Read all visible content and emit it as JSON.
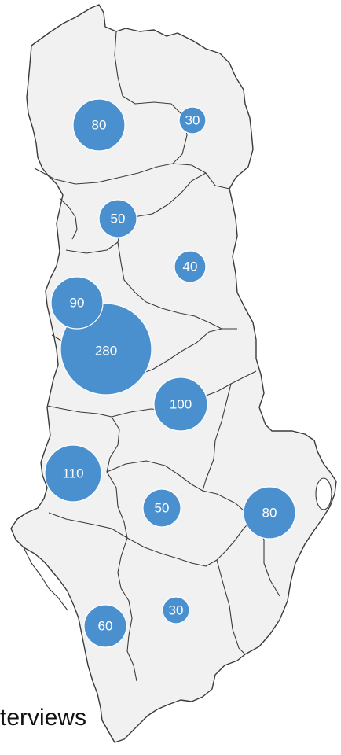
{
  "caption": "terviews",
  "bubble_color": "#4a90cf",
  "land_color": "#f1f1f1",
  "border_color": "#3a3a3a",
  "bubbles": [
    {
      "id": "north-west",
      "label": "80",
      "value": 80
    },
    {
      "id": "north-east",
      "label": "30",
      "value": 30
    },
    {
      "id": "north-central",
      "label": "50",
      "value": 50
    },
    {
      "id": "east-north",
      "label": "40",
      "value": 40
    },
    {
      "id": "coast-north",
      "label": "90",
      "value": 90
    },
    {
      "id": "capital",
      "label": "280",
      "value": 280
    },
    {
      "id": "central",
      "label": "100",
      "value": 100
    },
    {
      "id": "west-central",
      "label": "110",
      "value": 110
    },
    {
      "id": "south-central",
      "label": "50",
      "value": 50
    },
    {
      "id": "south-east",
      "label": "80",
      "value": 80
    },
    {
      "id": "south",
      "label": "30",
      "value": 30
    },
    {
      "id": "south-west",
      "label": "60",
      "value": 60
    }
  ]
}
